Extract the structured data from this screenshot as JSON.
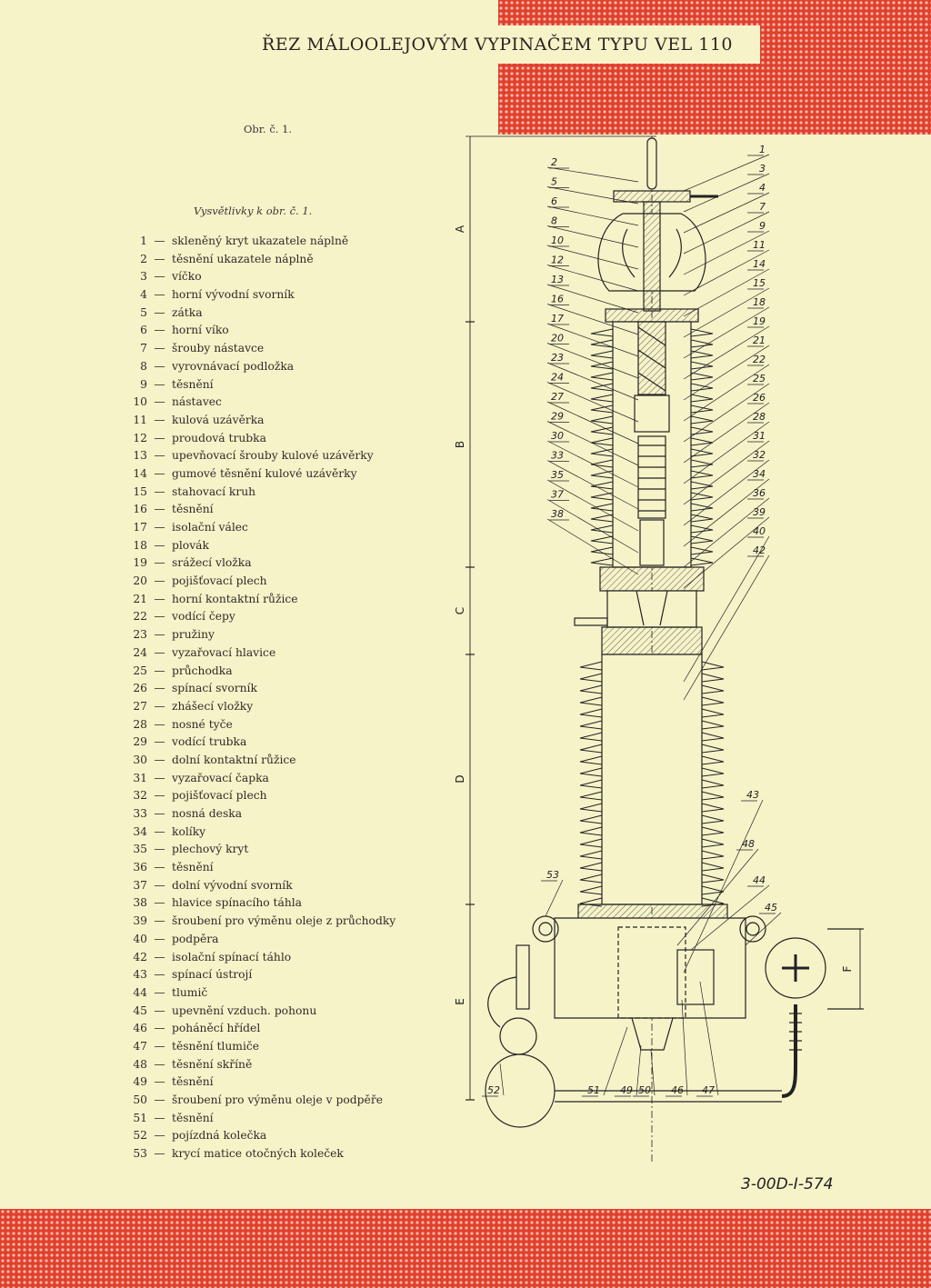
{
  "title": "ŘEZ MÁLOOLEJOVÝM VYPINAČEM TYPU VEL 110",
  "figure_number": "Obr. č. 1.",
  "legend_title": "Vysvětlivky k obr. č. 1.",
  "legend": [
    {
      "num": "1",
      "text": "skleněný kryt ukazatele náplně"
    },
    {
      "num": "2",
      "text": "těsnění ukazatele náplně"
    },
    {
      "num": "3",
      "text": "víčko"
    },
    {
      "num": "4",
      "text": "horní vývodní svorník"
    },
    {
      "num": "5",
      "text": "zátka"
    },
    {
      "num": "6",
      "text": "horní víko"
    },
    {
      "num": "7",
      "text": "šrouby nástavce"
    },
    {
      "num": "8",
      "text": "vyrovnávací podložka"
    },
    {
      "num": "9",
      "text": "těsnění"
    },
    {
      "num": "10",
      "text": "nástavec"
    },
    {
      "num": "11",
      "text": "kulová uzávěrka"
    },
    {
      "num": "12",
      "text": "proudová trubka"
    },
    {
      "num": "13",
      "text": "upevňovací šrouby kulové uzávěrky"
    },
    {
      "num": "14",
      "text": "gumové těsnění kulové uzávěrky"
    },
    {
      "num": "15",
      "text": "stahovací kruh"
    },
    {
      "num": "16",
      "text": "těsnění"
    },
    {
      "num": "17",
      "text": "isolační válec"
    },
    {
      "num": "18",
      "text": "plovák"
    },
    {
      "num": "19",
      "text": "srážecí vložka"
    },
    {
      "num": "20",
      "text": "pojišťovací plech"
    },
    {
      "num": "21",
      "text": "horní kontaktní růžice"
    },
    {
      "num": "22",
      "text": "vodící čepy"
    },
    {
      "num": "23",
      "text": "pružiny"
    },
    {
      "num": "24",
      "text": "vyzařovací hlavice"
    },
    {
      "num": "25",
      "text": "průchodka"
    },
    {
      "num": "26",
      "text": "spínací svorník"
    },
    {
      "num": "27",
      "text": "zhášecí vložky"
    },
    {
      "num": "28",
      "text": "nosné tyče"
    },
    {
      "num": "29",
      "text": "vodící trubka"
    },
    {
      "num": "30",
      "text": "dolní kontaktní růžice"
    },
    {
      "num": "31",
      "text": "vyzařovací čapka"
    },
    {
      "num": "32",
      "text": "pojišťovací plech"
    },
    {
      "num": "33",
      "text": "nosná deska"
    },
    {
      "num": "34",
      "text": "kolíky"
    },
    {
      "num": "35",
      "text": "plechový kryt"
    },
    {
      "num": "36",
      "text": "těsnění"
    },
    {
      "num": "37",
      "text": "dolní vývodní svorník"
    },
    {
      "num": "38",
      "text": "hlavice spínacího táhla"
    },
    {
      "num": "39",
      "text": "šroubení pro výměnu oleje z průchodky"
    },
    {
      "num": "40",
      "text": "podpěra"
    },
    {
      "num": "42",
      "text": "isolační spínací táhlo"
    },
    {
      "num": "43",
      "text": "spínací ústrojí"
    },
    {
      "num": "44",
      "text": "tlumič"
    },
    {
      "num": "45",
      "text": "upevnění vzduch. pohonu"
    },
    {
      "num": "46",
      "text": "poháněcí hřídel"
    },
    {
      "num": "47",
      "text": "těsnění tlumiče"
    },
    {
      "num": "48",
      "text": "těsnění skříně"
    },
    {
      "num": "49",
      "text": "těsnění"
    },
    {
      "num": "50",
      "text": "šroubení pro výměnu oleje v podpěře"
    },
    {
      "num": "51",
      "text": "těsnění"
    },
    {
      "num": "52",
      "text": "pojízdná kolečka"
    },
    {
      "num": "53",
      "text": "krycí matice otočných koleček"
    }
  ],
  "diagram": {
    "dimension_labels": [
      "A",
      "B",
      "C",
      "D",
      "E",
      "F"
    ],
    "callouts_left": [
      "2",
      "5",
      "6",
      "8",
      "10",
      "12",
      "13",
      "16",
      "17",
      "20",
      "23",
      "24",
      "27",
      "29",
      "30",
      "33",
      "35",
      "37",
      "38"
    ],
    "callouts_right": [
      "1",
      "3",
      "4",
      "7",
      "9",
      "11",
      "14",
      "15",
      "18",
      "19",
      "21",
      "22",
      "25",
      "26",
      "28",
      "31",
      "32",
      "34",
      "36",
      "39",
      "40",
      "42"
    ],
    "callouts_lower": [
      "43",
      "48",
      "44",
      "45",
      "53",
      "52",
      "51",
      "49",
      "50",
      "46",
      "47"
    ]
  },
  "document_code": "3-00D-I-574",
  "colors": {
    "paper": "#f6f3c9",
    "stripe": "#e0402c",
    "ink": "#2a2520"
  }
}
